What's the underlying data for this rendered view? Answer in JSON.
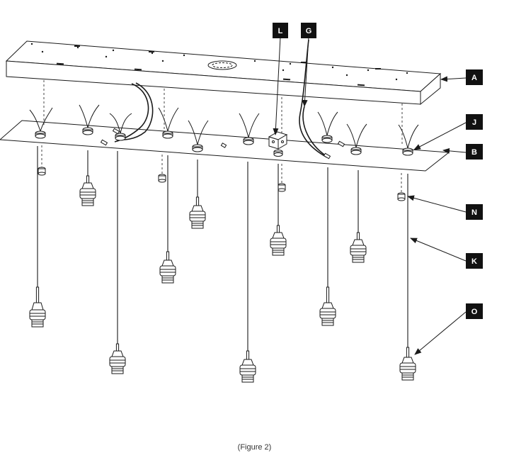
{
  "caption": "(Figure 2)",
  "callouts": {
    "A": "A",
    "J": "J",
    "B": "B",
    "N": "N",
    "K": "K",
    "O": "O",
    "L": "L",
    "G": "G"
  },
  "colors": {
    "line": "#1a1a1a",
    "callout_bg": "#111111",
    "callout_text": "#ffffff",
    "background": "#ffffff"
  }
}
